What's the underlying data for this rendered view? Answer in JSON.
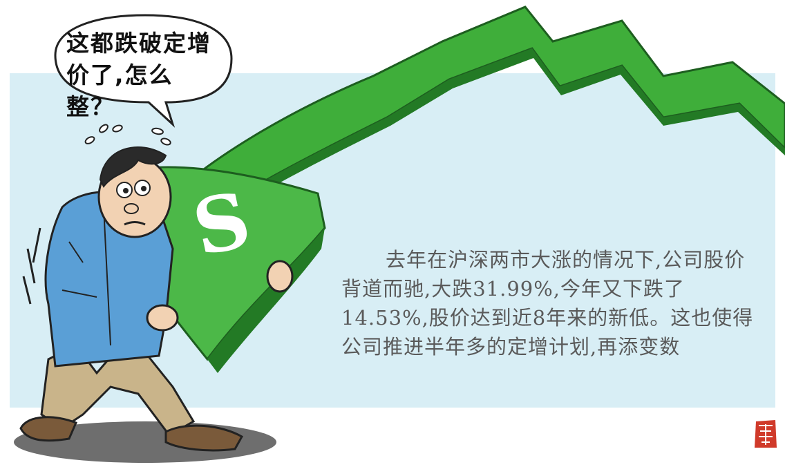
{
  "speech_bubble": {
    "text": "这都跌破定增价了,怎么整？"
  },
  "caption": {
    "text": "去年在沪深两市大涨的情况下,公司股价背道而驰,大跌31.99%,今年又下跌了14.53%,股价达到近8年来的新低。这也使得公司推进半年多的定增计划,再添变数"
  },
  "banner_logo": {
    "text": "S"
  },
  "colors": {
    "background_panel": "#d8eef5",
    "arrow_green": "#3fae3a",
    "arrow_dark": "#237a25",
    "jacket_blue": "#5a9fd6",
    "pants_khaki": "#c9b48a",
    "shadow": "#6e6e6e",
    "seal_red": "#d03a2a"
  },
  "seal": {
    "icon": "seal-stamp-icon"
  }
}
